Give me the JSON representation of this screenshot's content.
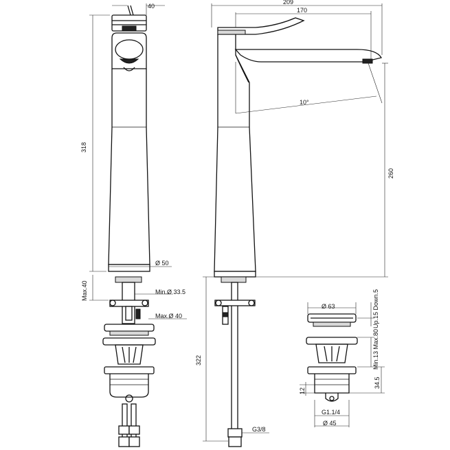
{
  "labels": {
    "front_width_top": "40",
    "front_height_total": "318",
    "front_base_dia": "Ø 50",
    "front_max_40": "Max.40",
    "front_min_335": "Min.Ø 33.5",
    "front_max_dia40": "Max.Ø 40",
    "side_total_reach": "209",
    "side_lever_reach": "170",
    "side_angle": "10°",
    "side_spout_height": "260",
    "side_hose_length": "322",
    "side_hose_thread": "G3/8",
    "waste_dia63": "Ø 63",
    "waste_up_down": "Up.15 Down.5",
    "waste_min_max": "Min.13 Max.80",
    "waste_345": "34.5",
    "waste_12": "12",
    "waste_thread": "G1.1/4",
    "waste_dia45": "Ø 45"
  }
}
